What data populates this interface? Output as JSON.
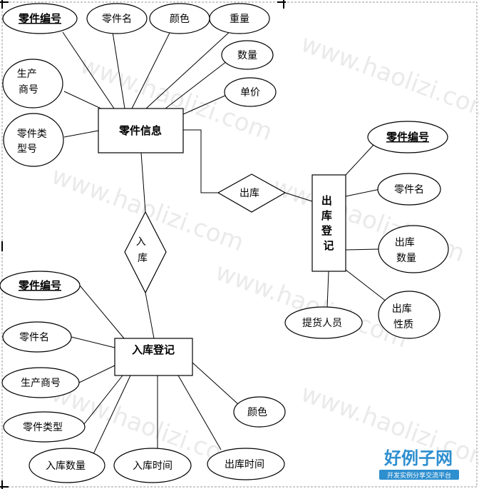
{
  "watermark": "www.haolizi.com",
  "brand": {
    "name": "好例子网",
    "tagline": "开发实例分享交流平台",
    "color": "#2e8fcf"
  },
  "entities": {
    "part_info": "零件信息",
    "inbound_record": "入库登记",
    "outbound_record": "出库登记"
  },
  "relationships": {
    "inbound": "入库",
    "outbound": "出库"
  },
  "attributes": {
    "part_info": {
      "part_no": "零件编号",
      "part_name": "零件名",
      "color": "颜色",
      "weight": "重量",
      "quantity": "数量",
      "unit_price": "单价",
      "manufacturer": "生产商号",
      "part_type_no": "零件类型号"
    },
    "outbound": {
      "part_no": "零件编号",
      "part_name": "零件名",
      "quantity": "出库数量",
      "nature": "出库性质",
      "picker": "提货人员"
    },
    "inbound": {
      "part_no": "零件编号",
      "part_name": "零件名",
      "manufacturer": "生产商号",
      "part_type": "零件类型",
      "quantity": "入库数量",
      "in_time": "入库时间",
      "out_time": "出库时间",
      "color": "颜色"
    }
  }
}
